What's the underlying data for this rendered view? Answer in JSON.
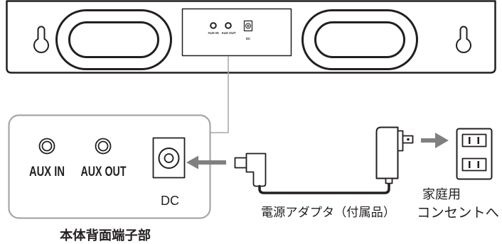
{
  "speaker_rear": {
    "ports": {
      "aux_in": "AUX IN",
      "aux_out": "AUX OUT",
      "dc": "DC"
    }
  },
  "terminal_detail": {
    "caption": "本体背面端子部",
    "ports": {
      "aux_in": "AUX IN",
      "aux_out": "AUX OUT",
      "dc": "DC"
    }
  },
  "power_adapter": {
    "caption": "電源アダプタ（付属品）"
  },
  "wall_outlet": {
    "caption_lines": [
      "家庭用",
      "コンセントへ"
    ]
  },
  "colors": {
    "outline": "#231f20",
    "callout_line": "#a6a6a6",
    "arrow": "#808080",
    "background": "#ffffff"
  },
  "icons": {
    "mount_holes": "keyhole-icon",
    "speaker_drivers": "speaker-driver-icon",
    "audio_jacks": "audio-jack-icon",
    "dc_port": "dc-jack-icon",
    "dc_plug": "dc-plug-icon",
    "adapter": "ac-adapter-icon",
    "outlet": "wall-outlet-icon",
    "arrows": [
      "arrow-left-icon",
      "arrow-right-icon"
    ]
  }
}
